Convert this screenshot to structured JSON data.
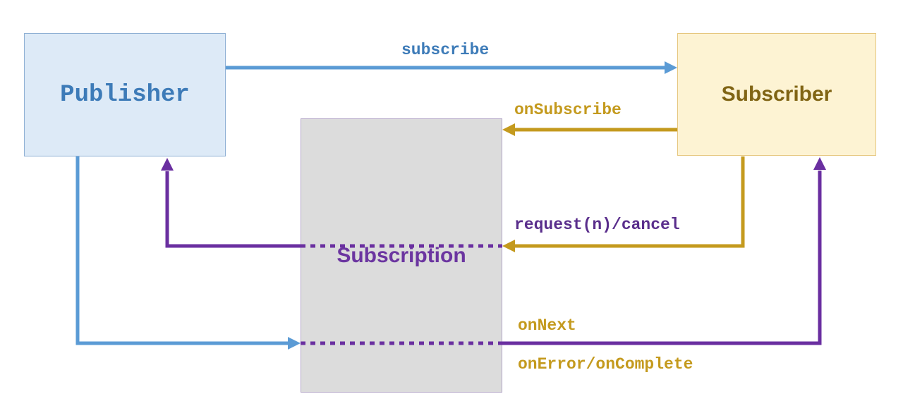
{
  "nodes": {
    "publisher": "Publisher",
    "subscriber": "Subscriber",
    "subscription": "Subscription"
  },
  "edges": {
    "subscribe": "subscribe",
    "on_subscribe": "onSubscribe",
    "request_cancel": "request(n)/cancel",
    "on_next": "onNext",
    "on_error_complete": "onError/onComplete"
  },
  "colors": {
    "blue": "#5b9bd5",
    "gold": "#c49a1e",
    "purple": "#6a2fa0"
  }
}
